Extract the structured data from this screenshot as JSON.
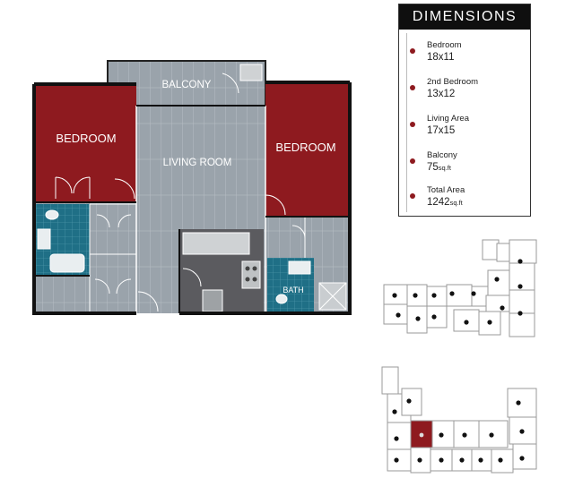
{
  "floorplan": {
    "rooms": {
      "bedroom_1": "BEDROOM",
      "bedroom_2": "BEDROOM",
      "balcony": "BALCONY",
      "living_room": "LIVING ROOM",
      "bath": "BATH"
    }
  },
  "dimensions": {
    "title": "DIMENSIONS",
    "items": [
      {
        "label": "Bedroom",
        "value": "18x11",
        "unit": ""
      },
      {
        "label": "2nd Bedroom",
        "value": "13x12",
        "unit": ""
      },
      {
        "label": "Living Area",
        "value": "17x15",
        "unit": ""
      },
      {
        "label": "Balcony",
        "value": "75",
        "unit": "sq.ft"
      },
      {
        "label": "Total Area",
        "value": "1242",
        "unit": "sq.ft"
      }
    ]
  },
  "colors": {
    "bedroom": "#8e1a1f",
    "floor": "#9aa3ab",
    "kitchen": "#5b5b5f",
    "tile": "#1f6f86",
    "wall": "#111111",
    "highlight_unit": "#8e1a1f",
    "dot": "#8e1a1f"
  },
  "site_plans": {
    "top": {
      "highlighted": false
    },
    "bottom": {
      "highlighted": true
    }
  }
}
